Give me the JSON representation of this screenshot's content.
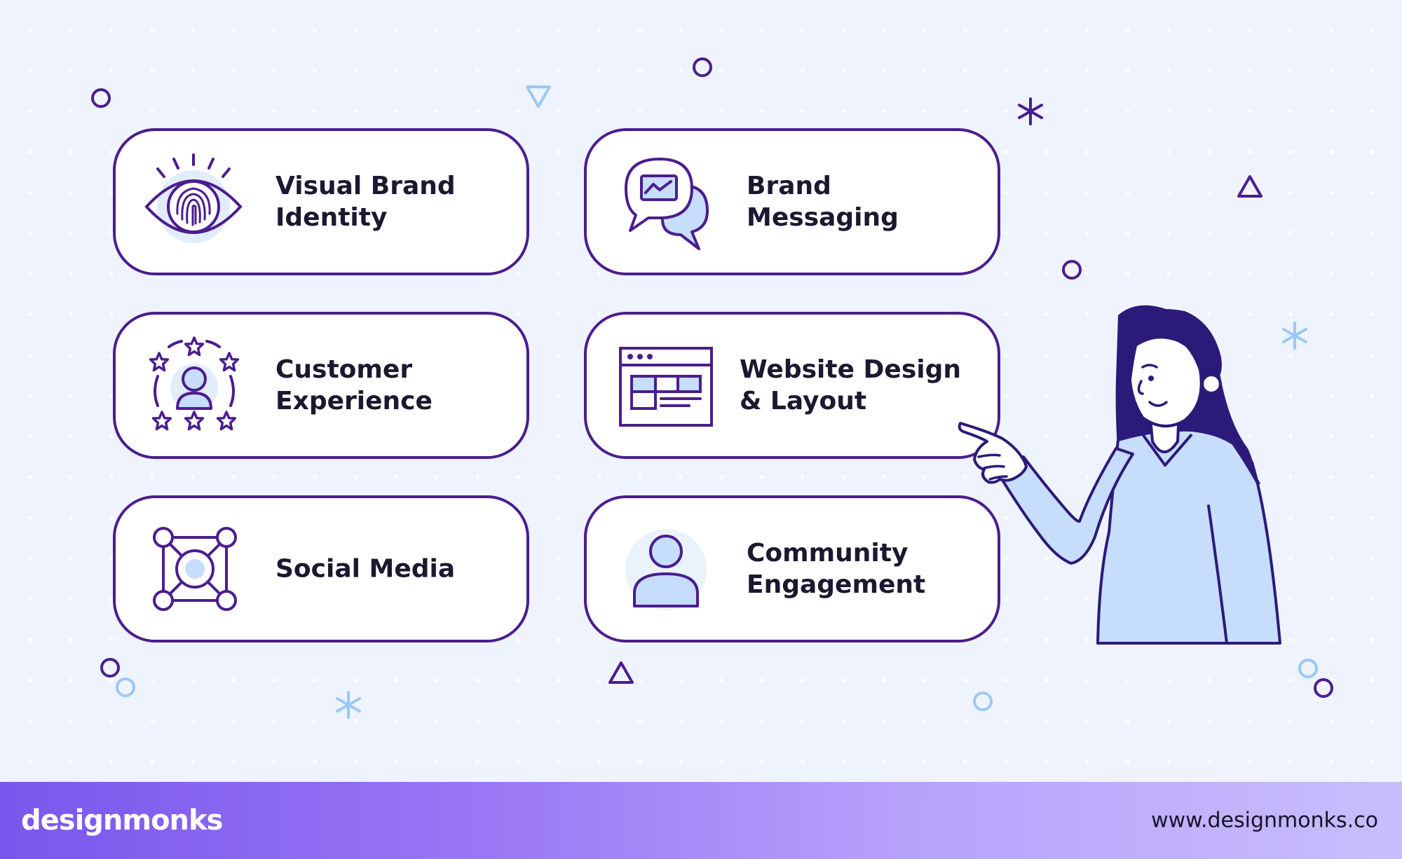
{
  "cards": {
    "visual_brand_identity": {
      "label": "Visual Brand\nIdentity",
      "icon": "eye-fingerprint-icon"
    },
    "brand_messaging": {
      "label": "Brand\nMessaging",
      "icon": "chat-bubbles-icon"
    },
    "customer_experience": {
      "label": "Customer\nExperience",
      "icon": "person-stars-icon"
    },
    "website_design": {
      "label": "Website Design\n& Layout",
      "icon": "browser-layout-icon"
    },
    "social_media": {
      "label": "Social Media",
      "icon": "network-nodes-icon"
    },
    "community_engagement": {
      "label": "Community\nEngagement",
      "icon": "user-icon"
    }
  },
  "footer": {
    "logo": "designmonks",
    "url": "www.designmonks.co"
  },
  "colors": {
    "background": "#eef3fd",
    "card_border": "#4b1d8f",
    "icon_fill_light": "#c6ddfb",
    "footer_gradient_start": "#7a56ec",
    "footer_gradient_end": "#c9bdfd"
  }
}
